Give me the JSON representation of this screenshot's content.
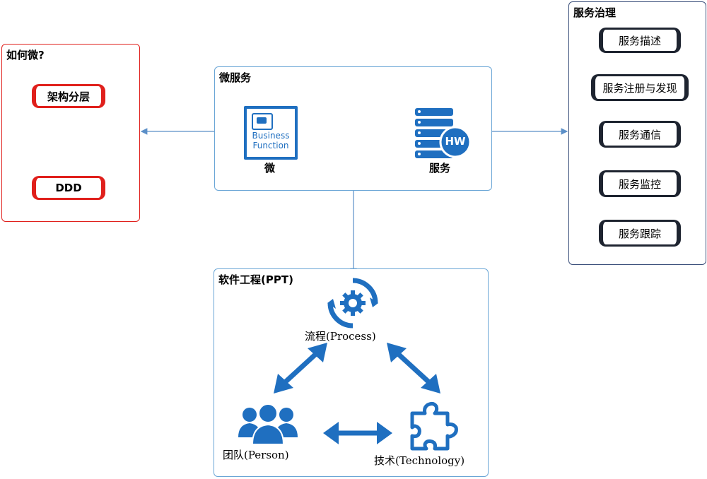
{
  "left_box": {
    "title": "如何微?",
    "items": [
      "架构分层",
      "DDD"
    ]
  },
  "micro_box": {
    "title": "微服务",
    "bf_icon_line1": "Business",
    "bf_icon_line2": "Function",
    "bf_label": "微",
    "hw_badge": "HW",
    "hw_label": "服务"
  },
  "gov_box": {
    "title": "服务治理",
    "items": [
      "服务描述",
      "服务注册与发现",
      "服务通信",
      "服务监控",
      "服务跟踪"
    ]
  },
  "se_box": {
    "title": "软件工程(PPT)",
    "process_label": "流程(Process)",
    "person_label": "团队(Person)",
    "tech_label": "技术(Technology)"
  },
  "colors": {
    "accent_blue": "#1f6fc0",
    "red": "#e0201c",
    "line": "#5b8fc8"
  }
}
